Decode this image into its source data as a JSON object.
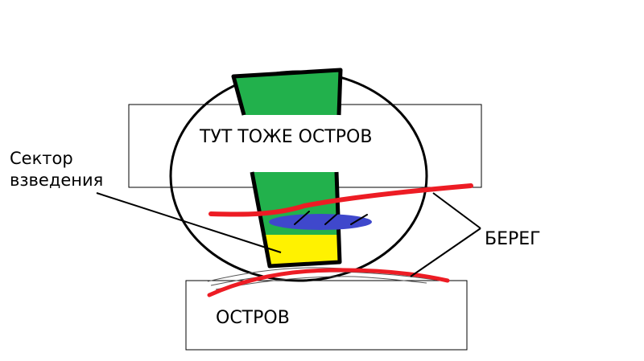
{
  "labels": {
    "top_island": "ТУТ ТОЖЕ ОСТРОВ",
    "island": "ОСТРОВ",
    "shore": "БЕРЕГ",
    "sector_line1": "Сектор",
    "sector_line2": "взведения"
  },
  "colors": {
    "background": "#ffffff",
    "outline": "#000000",
    "sector_green": "#22b14c",
    "sector_yellow": "#fff200",
    "shore_red": "#ed1c24",
    "blue_ellipse": "#3f48cc"
  }
}
